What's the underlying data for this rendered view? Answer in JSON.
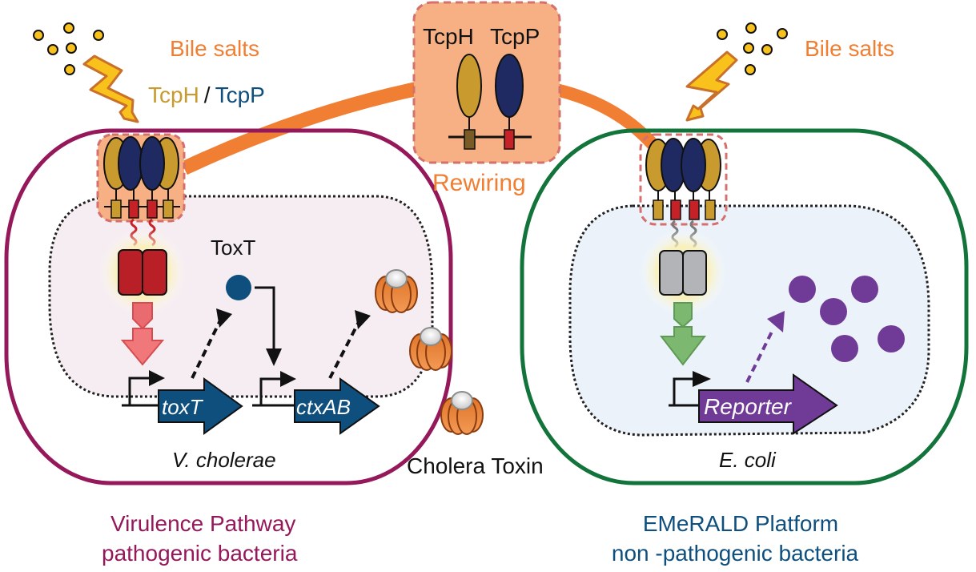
{
  "colors": {
    "bile_orange": "#f07f33",
    "tcph_gold": "#c99a2e",
    "tcpp_navy": "#1f2a63",
    "vc_membrane": "#95195a",
    "ec_membrane": "#12743a",
    "gene_blue": "#0e4f7e",
    "reporter_purple": "#6f3b96",
    "rewiring_fill": "#f7b083",
    "rewiring_border": "#d4706e",
    "toxt_blue": "#0e4f7e",
    "label_navy": "#0e4f7e"
  },
  "top": {
    "left_bile_label": "Bile salts",
    "right_bile_label": "Bile salts",
    "tcph_label": "TcpH",
    "slash": "/",
    "tcpp_label": "TcpP"
  },
  "rewiring": {
    "tcph_label": "TcpH",
    "tcpp_label": "TcpP",
    "caption": "Rewiring"
  },
  "vcholerae_cell": {
    "organism": "V. cholerae",
    "toxt_protein_label": "ToxT",
    "genes": [
      "toxT",
      "ctxAB"
    ],
    "toxin_label": "Cholera Toxin"
  },
  "ecoli_cell": {
    "organism": "E. coli",
    "gene": "Reporter"
  },
  "captions": {
    "left_line1": "Virulence Pathway",
    "left_line2": "pathogenic bacteria",
    "right_line1": "EMeRALD Platform",
    "right_line2": "non -pathogenic bacteria"
  }
}
